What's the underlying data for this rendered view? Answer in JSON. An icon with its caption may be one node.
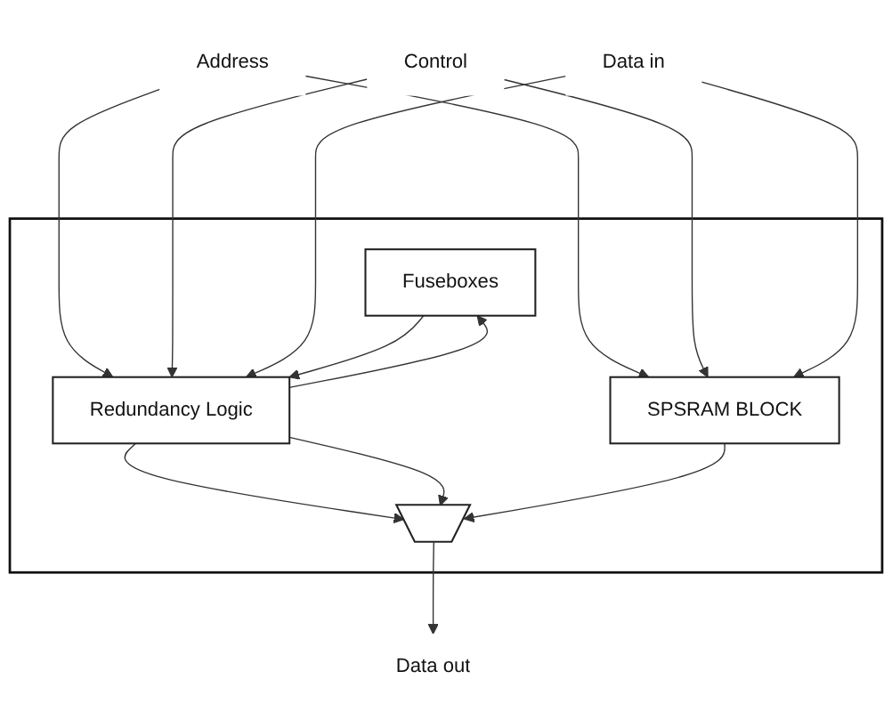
{
  "diagram": {
    "nodes": [
      {
        "text": [],
        "shape": "box"
      },
      {
        "text": [
          "Address"
        ]
      },
      {
        "text": [
          "Control"
        ]
      },
      {
        "text": [
          "Data in"
        ]
      },
      {
        "text": [
          "Fuseboxes"
        ],
        "in": 0
      },
      {
        "text": [
          "Redundancy Logic"
        ],
        "in": 0
      },
      {
        "text": [
          "SPSRAM BLOCK"
        ],
        "in": 0
      },
      {
        "text": [],
        "shape": "trapezoid",
        "in": 0
      },
      {
        "text": [
          "Data out"
        ]
      }
    ],
    "edges": [
      {
        "from": 1,
        "to": 5,
        "arrow": "to"
      },
      {
        "from": 1,
        "to": 6,
        "arrow": "to"
      },
      {
        "from": 2,
        "to": 5,
        "arrow": "to"
      },
      {
        "from": 2,
        "to": 6,
        "arrow": "to"
      },
      {
        "from": 3,
        "to": 5,
        "arrow": "to"
      },
      {
        "from": 3,
        "to": 6,
        "arrow": "to"
      },
      {
        "from": 4,
        "to": 5,
        "arrow": "to"
      },
      {
        "from": 5,
        "to": 4,
        "arrow": "to"
      },
      {
        "from": 5,
        "to": 7,
        "arrow": "to"
      },
      {
        "from": 5,
        "to": 7,
        "arrow": "to"
      },
      {
        "from": 6,
        "to": 7,
        "arrow": "to"
      },
      {
        "from": 7,
        "to": 8,
        "arrow": "to"
      }
    ]
  }
}
